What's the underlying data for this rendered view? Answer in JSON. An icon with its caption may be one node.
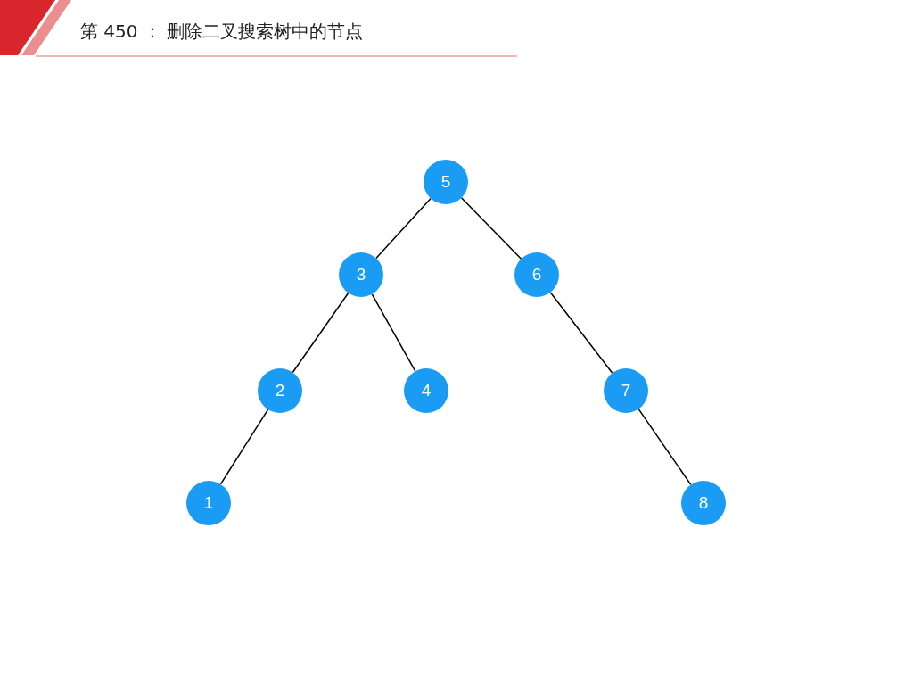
{
  "diagram": {
    "title": "第 450 ： 删除二叉搜索树中的节点",
    "nodes": [
      {
        "text": [
          "5"
        ]
      },
      {
        "text": [
          "3"
        ]
      },
      {
        "text": [
          "6"
        ]
      },
      {
        "text": [
          "2"
        ]
      },
      {
        "text": [
          "4"
        ]
      },
      {
        "text": [
          "7"
        ]
      },
      {
        "text": [
          "1"
        ]
      },
      {
        "text": [
          "8"
        ]
      }
    ],
    "edges": [
      {
        "from": 0,
        "to": 1,
        "arrow": "none"
      },
      {
        "from": 0,
        "to": 2,
        "arrow": "none"
      },
      {
        "from": 1,
        "to": 3,
        "arrow": "none"
      },
      {
        "from": 1,
        "to": 4,
        "arrow": "none"
      },
      {
        "from": 2,
        "to": 5,
        "arrow": "none"
      },
      {
        "from": 3,
        "to": 6,
        "arrow": "none"
      },
      {
        "from": 5,
        "to": 7,
        "arrow": "none"
      }
    ]
  }
}
